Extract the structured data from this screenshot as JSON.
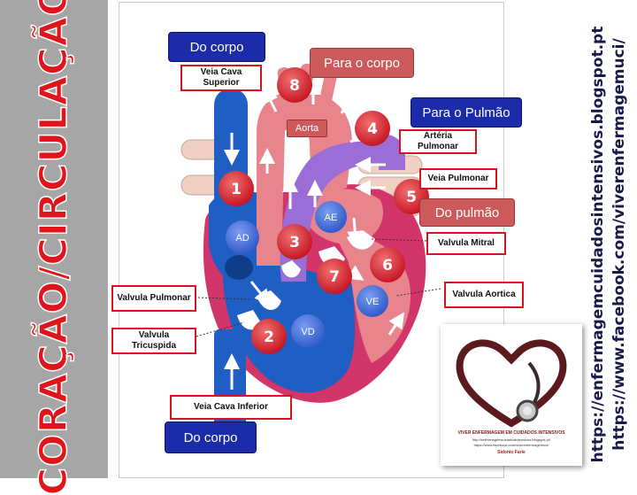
{
  "side_title": "CORAÇÃO/CIRCULAÇÃO",
  "blog_url": "https://enfermagemcuidadosintensivos.blogspot.pt",
  "facebook_url": "https://www.facebook.com/viverenfermagemuci/",
  "flow_labels": {
    "top_do_corpo": "Do corpo",
    "para_o_corpo": "Para o corpo",
    "para_o_pulmao": "Para o Pulmão",
    "do_pulmao": "Do pulmão",
    "bottom_do_corpo": "Do corpo"
  },
  "structure_labels": {
    "veia_cava_superior": "Veia Cava Superior",
    "arteria_pulmonar": "Artéria Pulmonar",
    "veia_pulmonar": "Veia Pulmonar",
    "valvula_mitral": "Valvula Mitral",
    "valvula_aortica": "Valvula Aortica",
    "valvula_pulmonar": "Valvula Pulmonar",
    "valvula_tricuspida": "Valvula Tricuspida",
    "veia_cava_inferior": "Veia Cava Inferior",
    "aorta": "Aorta"
  },
  "chambers": {
    "ad": "AD",
    "ae": "AE",
    "vd": "VD",
    "ve": "VE"
  },
  "steps": [
    "1",
    "2",
    "3",
    "4",
    "5",
    "6",
    "7",
    "8"
  ],
  "logo": {
    "title": "VIVER ENFERMAGEM EM CUIDADOS INTENSIVOS",
    "line1": "http://enfermagemcuidadosintensivos.blogspot.pt/",
    "line2": "https://www.facebook.com/viverenfermagemuci/",
    "author": "Sidonio Farie"
  },
  "colors": {
    "deoxygenated_blue": "#1f5fc4",
    "oxygenated_pink": "#e8848c",
    "heart_wall_magenta": "#d2356a",
    "pulmonary_vessel_purple": "#9a6ed6",
    "label_border_red": "#d7141f",
    "side_title_red": "#e0141b",
    "side_strip_gray": "#a6a6a6",
    "step_circle_red": "#d51f2e",
    "chamber_blue": "#4a72d8"
  }
}
